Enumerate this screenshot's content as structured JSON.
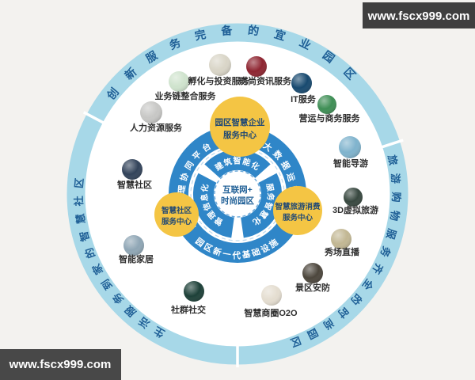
{
  "watermarks": {
    "top_right": "www.fscx999.com",
    "bottom_left": "www.fscx999.com"
  },
  "outer_arcs": {
    "top": "创新服务完备的宜业园区",
    "right": "旅游购物服务齐全的时尚园区",
    "left": "生活服务到家的智慧社区"
  },
  "platform_ring": {
    "top_left": "园区管理协同平台",
    "top_right": "大数据运营平台",
    "bottom": "园区新一代基础设施"
  },
  "core_ring": {
    "top": "建筑智能化",
    "right": "服务智慧化",
    "left": "管理信息化"
  },
  "center": {
    "line1": "互联网+",
    "line2": "时尚园区"
  },
  "hubs": {
    "enterprise": {
      "line1": "园区智慧企业",
      "line2": "服务中心"
    },
    "community": {
      "line1": "智慧社区",
      "line2": "服务中心"
    },
    "tourism": {
      "line1": "智慧旅游消费",
      "line2": "服务中心"
    }
  },
  "services": [
    {
      "label": "业务链整合服务",
      "icon": "business-chain-integration-icon",
      "color": "#cfe3cd"
    },
    {
      "label": "孵化与投资服务",
      "icon": "incubation-investment-icon",
      "color": "#d9d5c7"
    },
    {
      "label": "时尚资讯服务",
      "icon": "fashion-info-icon",
      "color": "#8e2430"
    },
    {
      "label": "IT服务",
      "icon": "it-services-icon",
      "color": "#17496f"
    },
    {
      "label": "营运与商务服务",
      "icon": "operations-business-icon",
      "color": "#3e8e55"
    },
    {
      "label": "人力资源服务",
      "icon": "hr-services-icon",
      "color": "#c7c7c5"
    },
    {
      "label": "智慧社区",
      "icon": "smart-community-icon",
      "color": "#32435a"
    },
    {
      "label": "智能家居",
      "icon": "smart-home-icon",
      "color": "#8fa6b5"
    },
    {
      "label": "社群社交",
      "icon": "social-network-icon",
      "color": "#1d4038"
    },
    {
      "label": "智慧商圈O2O",
      "icon": "smart-business-district-icon",
      "color": "#e4ddd0"
    },
    {
      "label": "景区安防",
      "icon": "scenic-security-icon",
      "color": "#4c463c"
    },
    {
      "label": "秀场直播",
      "icon": "live-show-icon",
      "color": "#c2b793"
    },
    {
      "label": "3D虚拟旅游",
      "icon": "virtual-3d-tour-icon",
      "color": "#37473f"
    },
    {
      "label": "智能导游",
      "icon": "smart-guide-icon",
      "color": "#7fb3cd"
    }
  ],
  "colors": {
    "outer_ring": "#a7d8e8",
    "blue_ring": "#2f86c8",
    "hub_yellow": "#f4c544",
    "arc_text": "#1f5f96",
    "watermark_bg": "#3f3f3f"
  }
}
